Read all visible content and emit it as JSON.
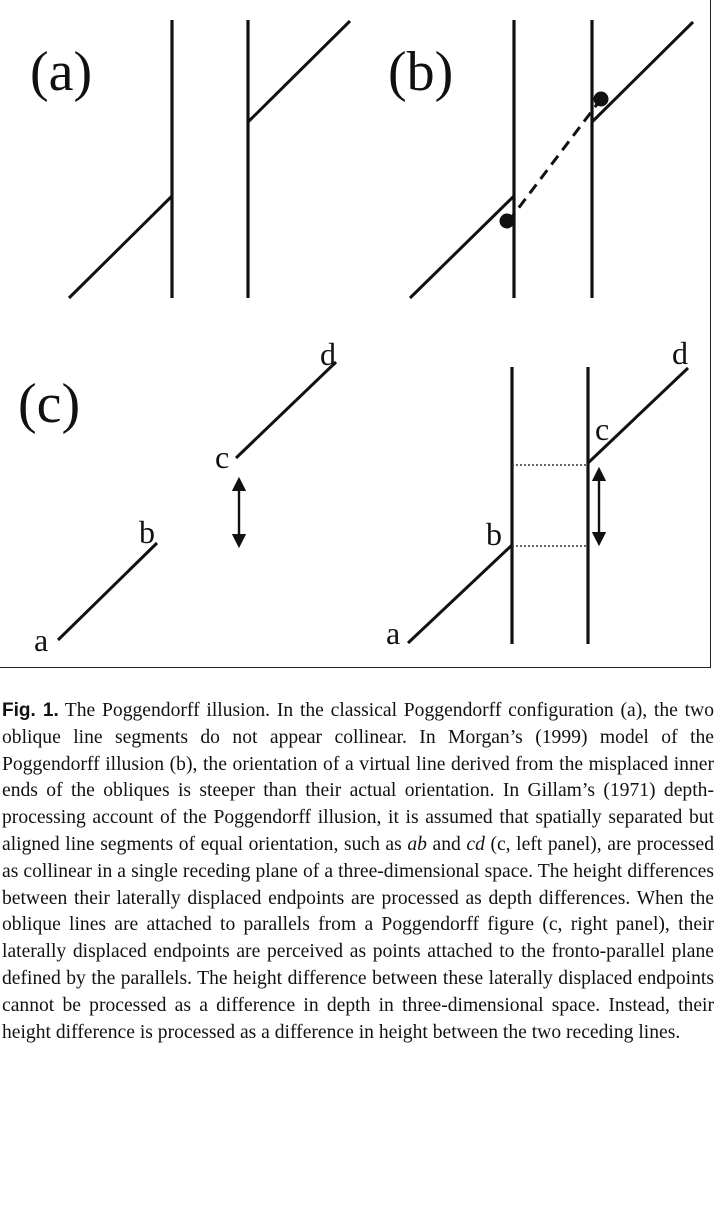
{
  "figure": {
    "panels": {
      "a": {
        "label": "(a)"
      },
      "b": {
        "label": "(b)"
      },
      "c": {
        "label": "(c)"
      }
    },
    "point_labels": {
      "left": {
        "a": "a",
        "b": "b",
        "c": "c",
        "d": "d"
      },
      "right": {
        "a": "a",
        "b": "b",
        "c": "c",
        "d": "d"
      }
    }
  },
  "caption": {
    "label": "Fig. 1.",
    "parts": [
      {
        "t": "The Poggendorff illusion. In the classical Poggendorff configuration (a), the two oblique line segments do not appear collinear. In Morgan’s (1999) model of the Poggendorff illusion (b), the orientation of a virtual line derived from the misplaced inner ends of the obliques is steeper than their actual orientation. In Gillam’s (1971) depth-processing account of the Poggendorff illusion, it is assumed that spatially separated but aligned line segments of equal orientation, such as "
      },
      {
        "t": "ab",
        "i": true
      },
      {
        "t": " and "
      },
      {
        "t": "cd",
        "i": true
      },
      {
        "t": " (c, left panel), are processed as collinear in a single receding plane of a three-dimensional space. The height differences between their laterally displaced endpoints are processed as depth differences. When the oblique lines are attached to parallels from a Poggendorff figure (c, right panel), their laterally displaced endpoints are perceived as points attached to the fronto-parallel plane defined by the parallels. The height difference between these laterally displaced endpoints cannot be processed as a difference in depth in three-dimensional space. Instead, their height difference is processed as a difference in height between the two receding lines."
      }
    ]
  }
}
